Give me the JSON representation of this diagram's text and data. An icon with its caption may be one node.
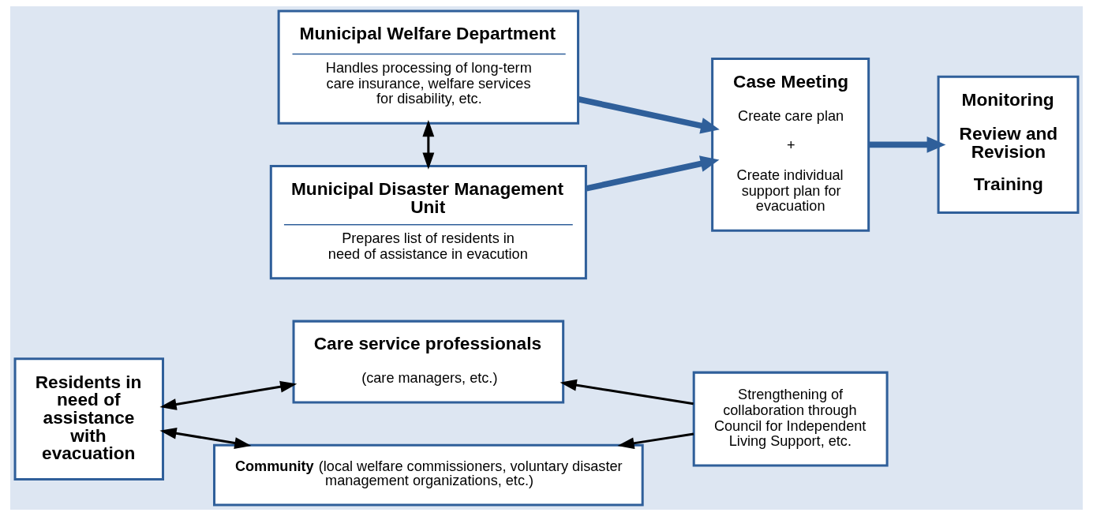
{
  "diagram": {
    "nodes": [
      {
        "text": [
          "Residents in need of assistance with evacuation"
        ]
      },
      {
        "text": [
          "Care service professionals",
          "(care managers, etc.)"
        ]
      },
      {
        "text": [
          "Municipal Welfare Department",
          "Handles processing of long-term care insurance, welfare services for disability, etc."
        ]
      },
      {
        "text": [
          "Municipal Disaster Management Unit",
          "Prepares list of residents in need of assistance in evacution"
        ]
      },
      {
        "text": [
          "Case Meeting",
          "Create care plan",
          "+",
          "Create individual support plan for evacuation"
        ]
      },
      {
        "text": [
          "Monitoring",
          "Review and Revision",
          "Training"
        ]
      },
      {
        "text": [
          "Strengthening of collaboration through Council for Independent Living Support, etc."
        ]
      },
      {
        "text": [
          "**Community** (local welfare commissioners, voluntary disaster management organizations, etc.)"
        ]
      }
    ],
    "edges": [
      {
        "from": 0,
        "to": 1,
        "arrow": "both"
      },
      {
        "from": 2,
        "to": 4,
        "arrow": "to",
        "style": "thick",
        "color": "#2f5f9a"
      },
      {
        "from": 2,
        "to": 3,
        "arrow": "both"
      },
      {
        "from": 3,
        "to": 4,
        "arrow": "to",
        "style": "thick",
        "color": "#2f5f9a"
      },
      {
        "from": 4,
        "to": 5,
        "arrow": "to",
        "style": "thick",
        "color": "#2f5f9a"
      },
      {
        "from": 6,
        "to": 1,
        "arrow": "to"
      },
      {
        "from": 6,
        "to": 7,
        "arrow": "to"
      },
      {
        "from": 0,
        "to": 7,
        "arrow": "both"
      }
    ]
  }
}
